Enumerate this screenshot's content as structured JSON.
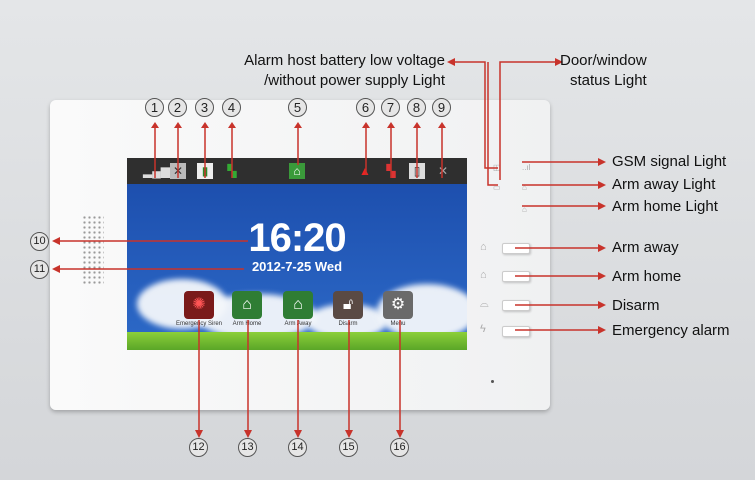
{
  "top_labels": {
    "battery_line1": "Alarm host battery low voltage",
    "battery_line2": "/without power supply Light",
    "door_line1": "Door/window",
    "door_line2": "status Light"
  },
  "right_labels": [
    "GSM signal Light",
    "Arm away Light",
    "Arm home Light",
    "Arm away",
    "Arm home",
    "Disarm",
    "Emergency alarm"
  ],
  "callouts": [
    "1",
    "2",
    "3",
    "4",
    "5",
    "6",
    "7",
    "8",
    "9",
    "10",
    "11",
    "12",
    "13",
    "14",
    "15",
    "16"
  ],
  "screen": {
    "time": "16:20",
    "date": "2012-7-25  Wed",
    "apps": [
      "Emergency Siren",
      "Arm Home",
      "Arm Away",
      "Disarm",
      "Menu"
    ]
  },
  "colors": {
    "arrow": "#c8332b",
    "siren": "#7a1a1a",
    "arm": "#2f7d34",
    "disarm": "#5a4a44",
    "menu": "#6a6a6a"
  }
}
